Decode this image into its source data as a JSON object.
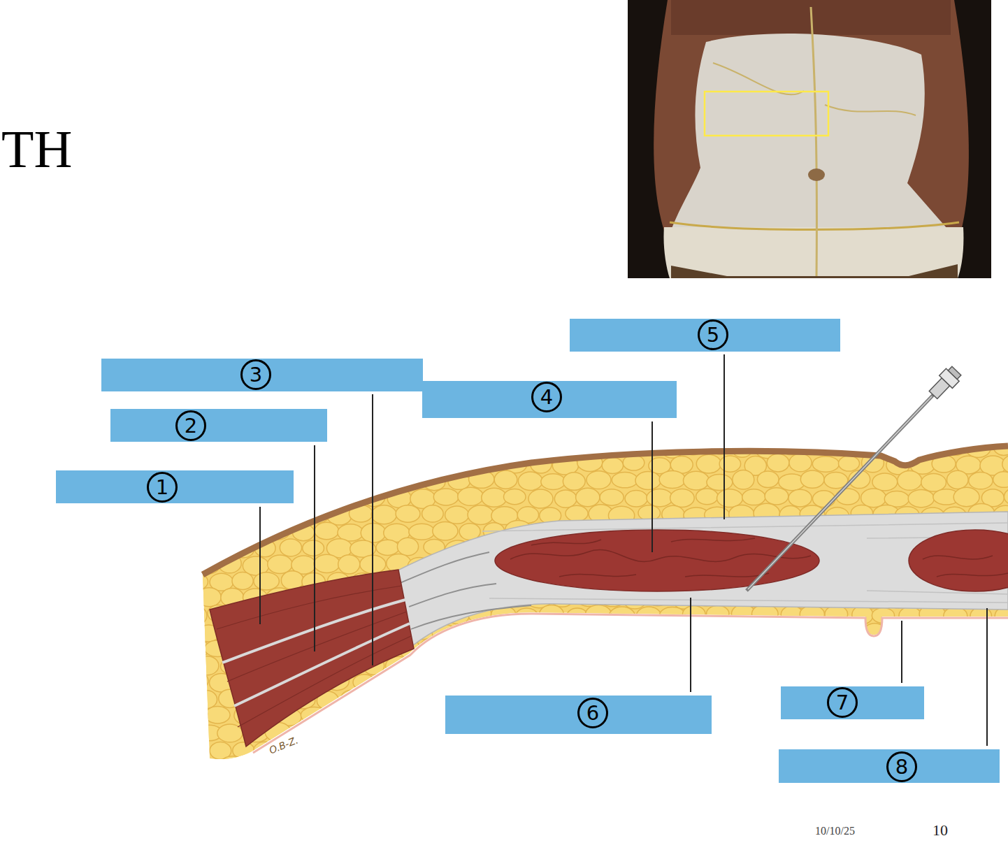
{
  "diagram": {
    "title": "TH",
    "nodes": [
      {
        "text": [
          "1"
        ]
      },
      {
        "text": [
          "2"
        ]
      },
      {
        "text": [
          "3"
        ]
      },
      {
        "text": [
          "4"
        ]
      },
      {
        "text": [
          "5"
        ]
      },
      {
        "text": [
          "6"
        ]
      },
      {
        "text": [
          "7"
        ]
      },
      {
        "text": [
          "8"
        ]
      }
    ],
    "labels": [
      "10/10/25",
      "10",
      "O.B-Z."
    ]
  }
}
